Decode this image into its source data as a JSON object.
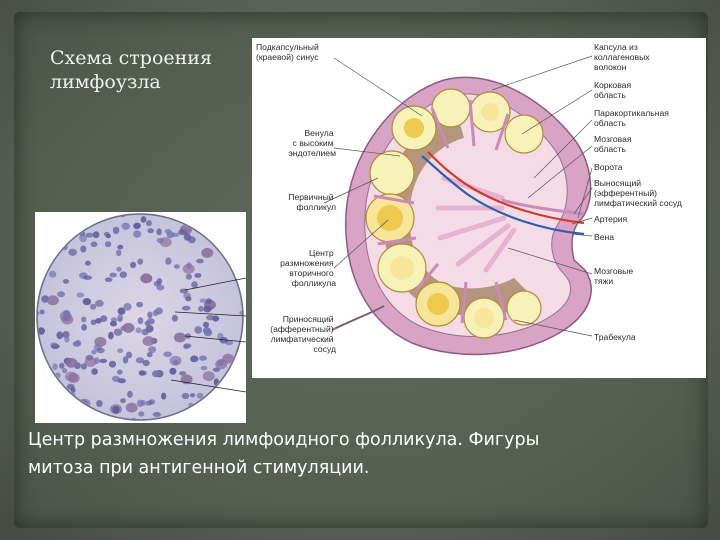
{
  "slide": {
    "title_lines": [
      "Схема строения",
      "лимфоузла"
    ],
    "caption_lines": [
      "Центр размножения лимфоидного фолликула. Фигуры",
      "митоза при антигенной стимуляции."
    ]
  },
  "diagram": {
    "left_labels": {
      "subcapsular_sinus": [
        "Подкапсульный",
        "(краевой) синус"
      ],
      "venule": [
        "Венула",
        "с высоким",
        "эндотелием"
      ],
      "primary_follicle": [
        "Первичный",
        "фолликул"
      ],
      "germinal_center": [
        "Центр",
        "размножения",
        "вторичного",
        "фолликула"
      ],
      "afferent_vessel": [
        "Приносящий",
        "(афферентный)",
        "лимфатический",
        "сосуд"
      ]
    },
    "right_labels": {
      "capsule": [
        "Капсула из",
        "коллагеновых",
        "волокон"
      ],
      "cortex": [
        "Корковая",
        "область"
      ],
      "paracortex": [
        "Паракортикальная",
        "область"
      ],
      "medulla": [
        "Мозговая",
        "область"
      ],
      "hilum": [
        "Ворота"
      ],
      "efferent_vessel": [
        "Выносящий",
        "(эфферентный)",
        "лимфатический сосуд"
      ],
      "artery": [
        "Артерия"
      ],
      "vein": [
        "Вена"
      ],
      "medullary_cords": [
        "Мозговые",
        "тяжи"
      ],
      "trabecula": [
        "Трабекула"
      ]
    }
  },
  "colors": {
    "background": "#5c6358",
    "capsule": "#d9a3c6",
    "medulla": "#f4dbe6",
    "cortex": "#f6f2b8",
    "follicle": "#f7e69a",
    "follicle_center": "#edc94d",
    "paracortex": "#a8896b",
    "artery": "#d43a2b",
    "vein": "#2d5fb0"
  }
}
